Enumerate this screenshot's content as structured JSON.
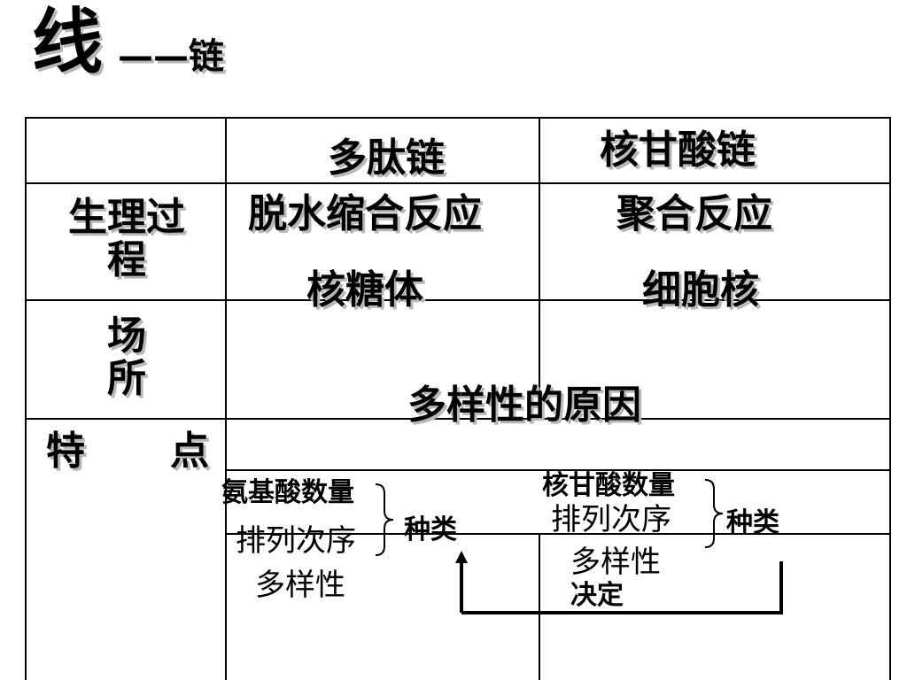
{
  "title": {
    "main": "线",
    "dash": "——链"
  },
  "table": {
    "headers": [
      "",
      "多肽链",
      "核甘酸链"
    ],
    "rows": [
      {
        "label": "生理过程",
        "peptide": "脱水缩合反应",
        "nucleotide": "聚合反应"
      },
      {
        "label": "场所",
        "peptide": "核糖体",
        "nucleotide": "细胞核"
      },
      {
        "label": "特点",
        "center_text": "多样性的原因"
      }
    ],
    "label_lines": {
      "process": [
        "生理过",
        "程"
      ],
      "site": [
        "场",
        "所"
      ],
      "feature": [
        "特",
        "点"
      ]
    }
  },
  "peptide_causes": {
    "items": [
      "氨基酸数量",
      "排列次序"
    ],
    "kind": "种类",
    "result": "多样性"
  },
  "nucleotide_causes": {
    "items": [
      "核甘酸数量",
      "排列次序"
    ],
    "kind": "种类",
    "result": "多样性",
    "decides": "决定"
  }
}
